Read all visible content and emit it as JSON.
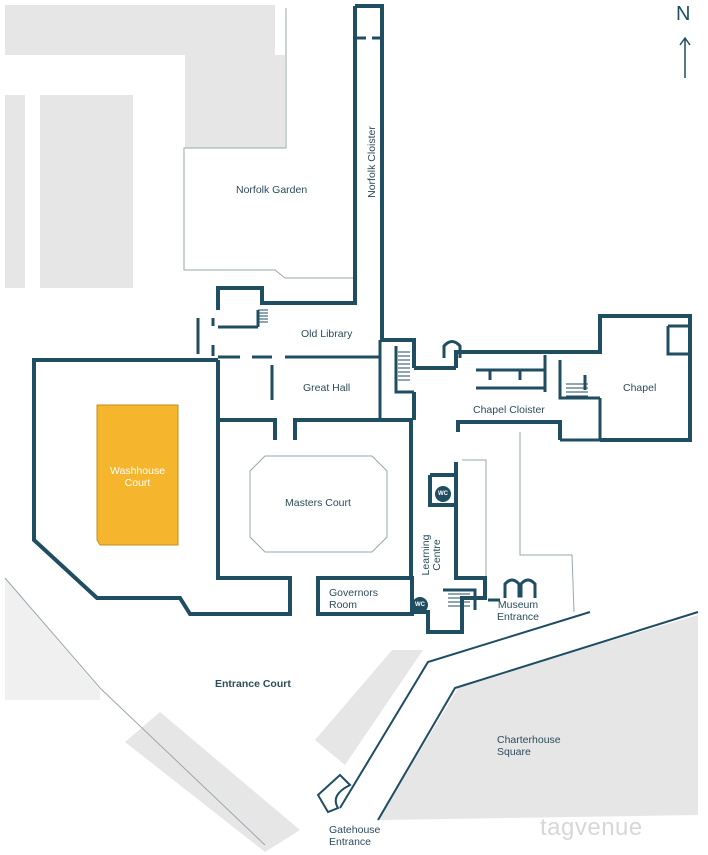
{
  "map": {
    "north_label": "N",
    "colors": {
      "wall": "#1f4d62",
      "building_grey": "#e6e6e6",
      "highlight": "#f5b52c",
      "outline_grey": "#9aa7ad"
    },
    "rooms": {
      "norfolk_garden": "Norfolk Garden",
      "norfolk_cloister": "Norfolk Cloister",
      "old_library": "Old Library",
      "great_hall": "Great Hall",
      "chapel": "Chapel",
      "chapel_cloister": "Chapel Cloister",
      "washhouse_court_line1": "Washhouse",
      "washhouse_court_line2": "Court",
      "masters_court": "Masters Court",
      "learning_centre_line1": "Learning",
      "learning_centre_line2": "Centre",
      "governors_room_line1": "Governors",
      "governors_room_line2": "Room",
      "museum_entrance_line1": "Museum",
      "museum_entrance_line2": "Entrance",
      "entrance_court": "Entrance Court",
      "charterhouse_square_line1": "Charterhouse",
      "charterhouse_square_line2": "Square",
      "gatehouse_entrance_line1": "Gatehouse",
      "gatehouse_entrance_line2": "Entrance"
    },
    "wc_label": "WC",
    "watermark": "tagvenue"
  }
}
